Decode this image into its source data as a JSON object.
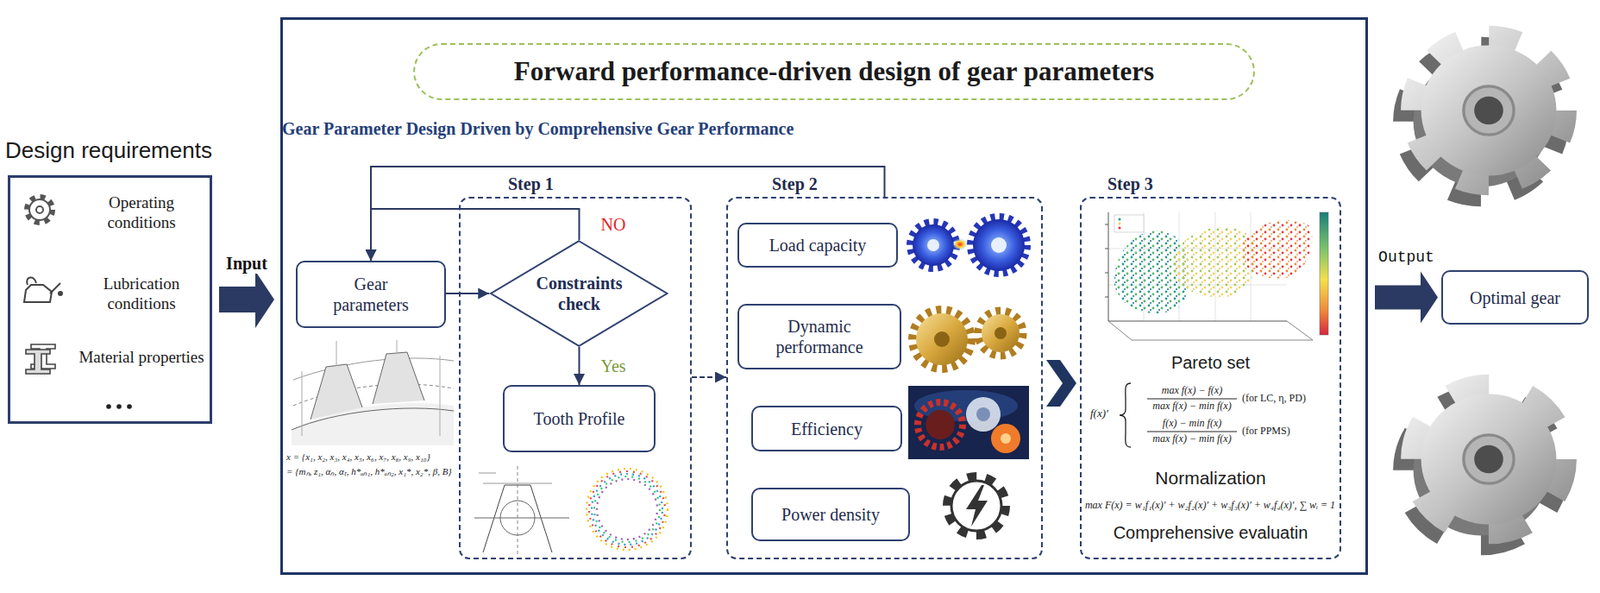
{
  "diagram": {
    "nodes": [
      {
        "text": [
          "Design requirements",
          "Operating conditions",
          "Lubrication conditions",
          "Material properties"
        ]
      },
      {
        "text": [
          "Gear Parameter Design Driven by Comprehensive Gear Performance"
        ]
      },
      {
        "text": [
          "Forward performance-driven design of gear parameters"
        ],
        "in": 1
      },
      {
        "text": [
          "Gear parameters"
        ],
        "in": 1
      },
      {
        "text": [
          "Step 1"
        ],
        "in": 1
      },
      {
        "text": [
          "Constraints check"
        ],
        "in": 4
      },
      {
        "text": [
          "Tooth Profile"
        ],
        "in": 4
      },
      {
        "text": [
          "Step 2"
        ],
        "in": 1
      },
      {
        "text": [
          "Load capacity"
        ],
        "in": 7
      },
      {
        "text": [
          "Dynamic performance"
        ],
        "in": 7
      },
      {
        "text": [
          "Efficiency"
        ],
        "in": 7
      },
      {
        "text": [
          "Power density"
        ],
        "in": 7
      },
      {
        "text": [
          "Step 3",
          "Pareto set",
          "Normalization",
          "Comprehensive evaluatin"
        ],
        "in": 1
      },
      {
        "text": [
          "Optimal gear"
        ]
      }
    ],
    "edges": [
      {
        "from": 0,
        "to": 1,
        "label": "Input",
        "arrow": "to"
      },
      {
        "from": 3,
        "to": 5,
        "arrow": "to"
      },
      {
        "from": 5,
        "to": 3,
        "label": "NO",
        "arrow": "to"
      },
      {
        "from": 5,
        "to": 6,
        "label": "Yes",
        "arrow": "to"
      },
      {
        "from": 7,
        "to": 3,
        "arrow": "to"
      },
      {
        "from": 4,
        "to": 7,
        "arrow": "to"
      },
      {
        "from": 7,
        "to": 12,
        "arrow": "to"
      },
      {
        "from": 1,
        "to": 13,
        "label": "Output",
        "arrow": "to"
      }
    ],
    "labels": [
      "x = {x₁, x₂, x₃, x₄, x₅, x₆, x₇, x₈, x₉, x₁₀}",
      "= {mₙ, z₁, αₙ, αₜ, h*ₐₙ₁, h*ₐₙ₂, x₁*, x₂*, β, B}",
      "f(x)′",
      "max f(x) − f(x)",
      "max f(x) − min f(x)",
      "(for LC, η, PD)",
      "f(x) − min f(x)",
      "max f(x) − min f(x)",
      "(for PPMS)",
      "max F(x) = w₁f₁(x)′ + w₂f₂(x)′ + w₃f₃(x)′ + w₄f₄(x)′, ∑ wᵢ = 1"
    ]
  }
}
